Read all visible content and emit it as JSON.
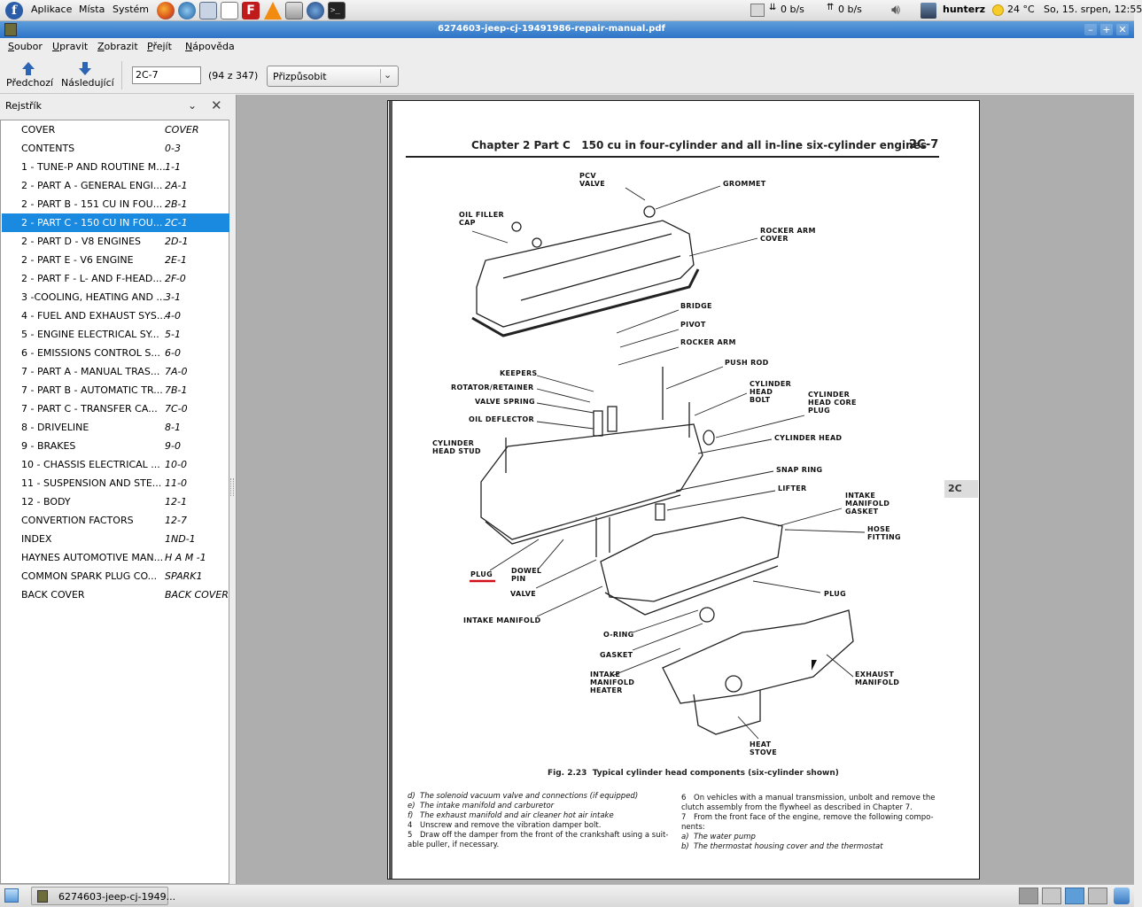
{
  "top_panel": {
    "menus": [
      "Aplikace",
      "Místa",
      "Systém"
    ],
    "net_down": "0 b/s",
    "net_up": "0 b/s",
    "user": "hunterz",
    "weather": "24 °C",
    "clock": "So, 15. srpen, 12:55"
  },
  "window": {
    "title": "6274603-jeep-cj-19491986-repair-manual.pdf"
  },
  "menubar": [
    "Soubor",
    "Upravit",
    "Zobrazit",
    "Přejít",
    "Nápověda"
  ],
  "toolbar": {
    "prev_label": "Předchozí",
    "next_label": "Následující",
    "page_value": "2C-7",
    "page_count": "(94 z 347)",
    "zoom_value": "Přizpůsobit"
  },
  "sidebar": {
    "title": "Rejstřík",
    "items": [
      {
        "title": "COVER",
        "page": "COVER"
      },
      {
        "title": "CONTENTS",
        "page": "0-3"
      },
      {
        "title": "1 - TUNE-P AND ROUTINE M...",
        "page": "1-1"
      },
      {
        "title": "2 - PART A - GENERAL ENGI...",
        "page": "2A-1"
      },
      {
        "title": "2 - PART B - 151 CU IN FOU...",
        "page": "2B-1"
      },
      {
        "title": "2 - PART C - 150 CU IN FOU...",
        "page": "2C-1"
      },
      {
        "title": "2 - PART D - V8 ENGINES",
        "page": "2D-1"
      },
      {
        "title": "2 - PART E - V6 ENGINE",
        "page": "2E-1"
      },
      {
        "title": "2 - PART F - L- AND F-HEAD...",
        "page": "2F-0"
      },
      {
        "title": "3 -COOLING, HEATING AND ...",
        "page": "3-1"
      },
      {
        "title": "4 - FUEL AND EXHAUST SYS...",
        "page": "4-0"
      },
      {
        "title": "5 - ENGINE ELECTRICAL SY...",
        "page": "5-1"
      },
      {
        "title": "6 - EMISSIONS CONTROL S...",
        "page": "6-0"
      },
      {
        "title": "7 - PART A - MANUAL TRAS...",
        "page": "7A-0"
      },
      {
        "title": "7 - PART B - AUTOMATIC TR...",
        "page": "7B-1"
      },
      {
        "title": "7 - PART C - TRANSFER CA...",
        "page": "7C-0"
      },
      {
        "title": "8 - DRIVELINE",
        "page": "8-1"
      },
      {
        "title": "9 - BRAKES",
        "page": "9-0"
      },
      {
        "title": "10 - CHASSIS ELECTRICAL ...",
        "page": "10-0"
      },
      {
        "title": "11 - SUSPENSION AND STE...",
        "page": "11-0"
      },
      {
        "title": "12 - BODY",
        "page": "12-1"
      },
      {
        "title": "CONVERTION FACTORS",
        "page": "12-7"
      },
      {
        "title": "INDEX",
        "page": "1ND-1"
      },
      {
        "title": "HAYNES AUTOMOTIVE MAN...",
        "page": "H A M -1"
      },
      {
        "title": "COMMON SPARK PLUG CO...",
        "page": "SPARK1"
      },
      {
        "title": "BACK COVER",
        "page": "BACK COVER"
      }
    ],
    "selected_index": 5
  },
  "document": {
    "header_left": "Chapter 2 Part C   150 cu in four-cylinder and all in-line six-cylinder engines",
    "header_right": "2C-7",
    "side_tab": "2C",
    "figure_caption": "Fig. 2.23  Typical cylinder head components (six-cylinder shown)",
    "labels": {
      "pcv": "PCV\nVALVE",
      "grommet": "GROMMET",
      "oil_filler": "OIL FILLER\nCAP",
      "rocker_cover": "ROCKER ARM\nCOVER",
      "bridge": "BRIDGE",
      "pivot": "PIVOT",
      "rocker_arm": "ROCKER ARM",
      "push_rod": "PUSH ROD",
      "keepers": "KEEPERS",
      "rotator": "ROTATOR/RETAINER",
      "valve_spring": "VALVE SPRING",
      "oil_deflector": "OIL DEFLECTOR",
      "head_bolt": "CYLINDER\nHEAD\nBOLT",
      "core_plug": "CYLINDER\nHEAD CORE\nPLUG",
      "head_stud": "CYLINDER\nHEAD STUD",
      "cyl_head": "CYLINDER HEAD",
      "snap_ring": "SNAP RING",
      "lifter": "LIFTER",
      "im_gasket": "INTAKE\nMANIFOLD\nGASKET",
      "hose_fitting": "HOSE\nFITTING",
      "plug_left": "PLUG",
      "dowel": "DOWEL\nPIN",
      "valve": "VALVE",
      "plug_right": "PLUG",
      "intake_manifold": "INTAKE MANIFOLD",
      "o_ring": "O-RING",
      "gasket": "GASKET",
      "im_heater": "INTAKE\nMANIFOLD\nHEATER",
      "exhaust": "EXHAUST\nMANIFOLD",
      "heat_stove": "HEAT\nSTOVE"
    },
    "text_left": [
      {
        "mark": "d)",
        "text": "The solenoid vacuum valve and connections (if equipped)",
        "italic": true
      },
      {
        "mark": "e)",
        "text": "The intake manifold and carburetor",
        "italic": true
      },
      {
        "mark": "f)",
        "text": "The exhaust manifold and air cleaner hot air intake",
        "italic": true
      },
      {
        "mark": "4",
        "text": "Unscrew and remove the vibration damper bolt.",
        "italic": false
      },
      {
        "mark": "5",
        "text": "Draw off the damper from the front of the crankshaft using a suit-",
        "italic": false
      },
      {
        "mark": "",
        "text": "able puller, if necessary.",
        "italic": false
      }
    ],
    "text_right": [
      {
        "mark": "6",
        "text": "On vehicles with a manual transmission, unbolt and remove the",
        "italic": false
      },
      {
        "mark": "",
        "text": "clutch assembly from the flywheel as described in Chapter 7.",
        "italic": false
      },
      {
        "mark": "7",
        "text": "From the front face of the engine, remove the following compo-",
        "italic": false
      },
      {
        "mark": "",
        "text": "nents:",
        "italic": false
      },
      {
        "mark": "a)",
        "text": "The water pump",
        "italic": true
      },
      {
        "mark": "b)",
        "text": "The thermostat housing cover and the thermostat",
        "italic": true
      }
    ]
  },
  "taskbar": {
    "task_label": "6274603-jeep-cj-1949..."
  },
  "colors": {
    "selection": "#1a8ae0",
    "titlebar": "#3a80d0",
    "plug_underline": "#d0101a"
  }
}
